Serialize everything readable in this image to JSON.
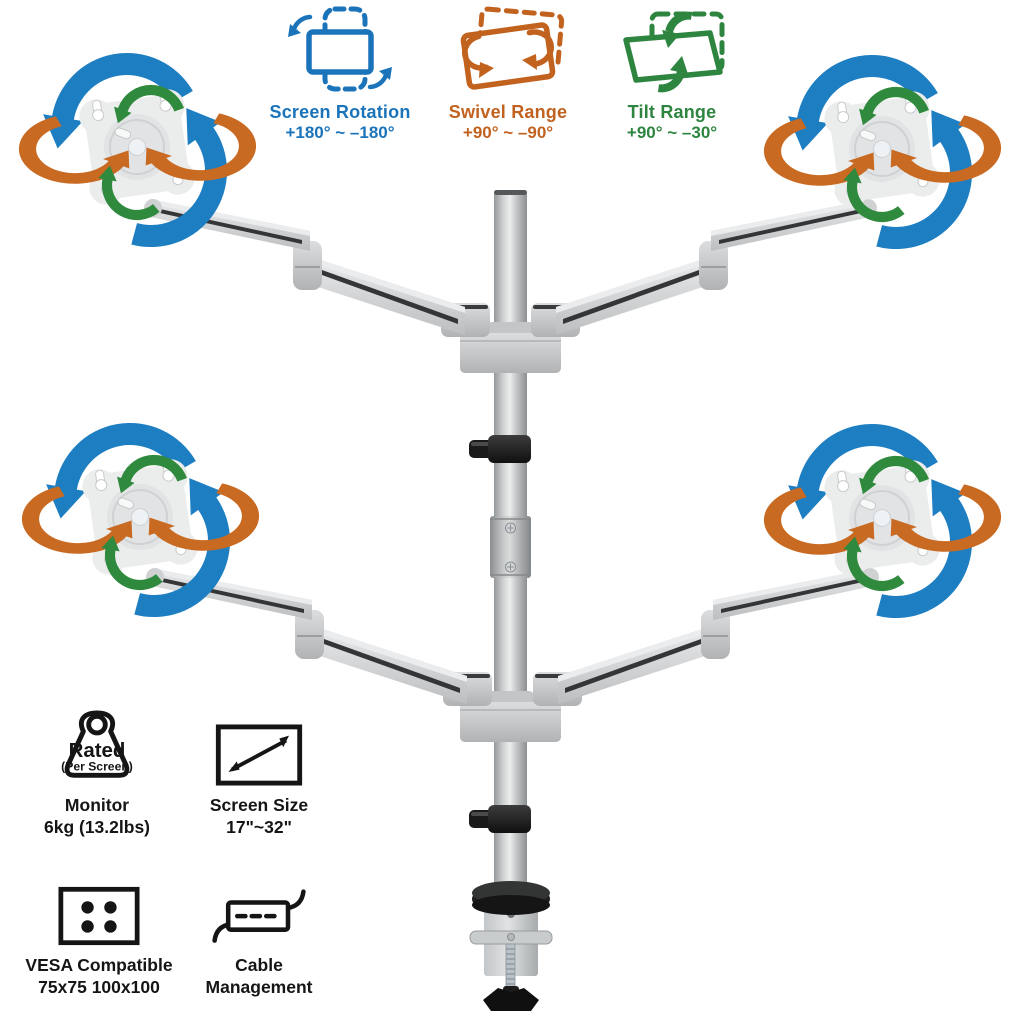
{
  "top_features": [
    {
      "icon": "screen-rotation-icon",
      "label": "Screen Rotation",
      "range": "+180° ~ –180°"
    },
    {
      "icon": "swivel-range-icon",
      "label": "Swivel Range",
      "range": "+90° ~ –90°"
    },
    {
      "icon": "tilt-range-icon",
      "label": "Tilt Range",
      "range": "+90° ~ –30°"
    }
  ],
  "bottom_features": [
    {
      "icon": "weight-rating-icon",
      "icon_text": "Rated",
      "icon_caption": "(Per Screen)",
      "line1": "Monitor",
      "line2": "6kg (13.2lbs)"
    },
    {
      "icon": "screen-size-icon",
      "line1": "Screen Size",
      "line2": "17\"~32\""
    },
    {
      "icon": "vesa-pattern-icon",
      "line1": "VESA Compatible",
      "line2": "75x75 100x100"
    },
    {
      "icon": "cable-management-icon",
      "line1": "Cable",
      "line2": "Management"
    }
  ],
  "colors": {
    "rotation_blue": "#1b74ba",
    "swivel_orange": "#c2621f",
    "tilt_green": "#2e8540",
    "arrow_blue": "#1e7ec2",
    "arrow_orange": "#c96a22",
    "arrow_green": "#2f8a3d",
    "text_dark": "#151515",
    "pole_silver": "#c6c8c9"
  }
}
